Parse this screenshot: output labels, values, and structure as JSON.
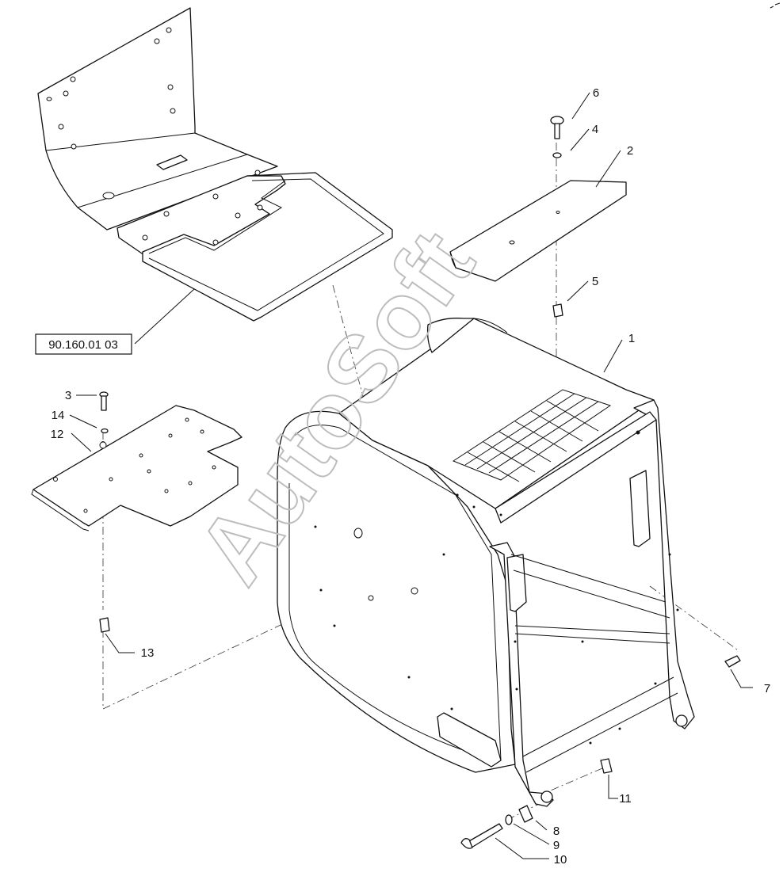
{
  "diagram": {
    "reference_label": "90.160.01 03",
    "watermark": "AutoSoft",
    "callouts": [
      "1",
      "2",
      "3",
      "4",
      "5",
      "6",
      "7",
      "8",
      "9",
      "10",
      "11",
      "12",
      "13",
      "14"
    ]
  }
}
